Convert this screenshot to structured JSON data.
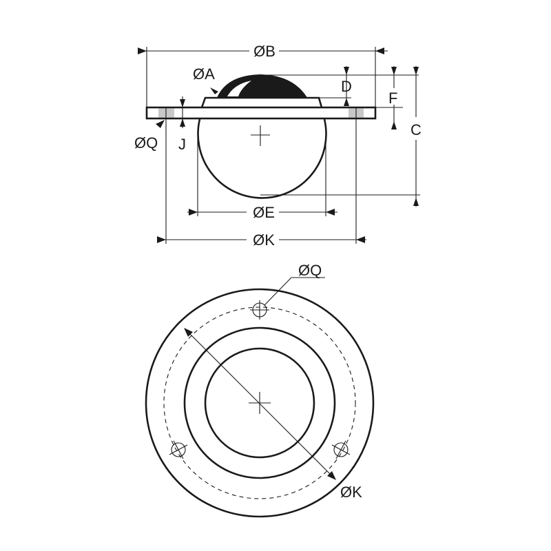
{
  "diagram": {
    "side_view": {
      "labels": {
        "B": "ØB",
        "A": "ØA",
        "D": "D",
        "F": "F",
        "C": "C",
        "Q": "ØQ",
        "J": "J",
        "E": "ØE",
        "K": "ØK"
      }
    },
    "top_view": {
      "labels": {
        "Q": "ØQ",
        "K": "ØK"
      },
      "mounting_holes": 3
    },
    "colors": {
      "line": "#1a1a1a",
      "hole_fill": "#c8c8c8",
      "ball_dark": "#1a1a1a"
    }
  }
}
